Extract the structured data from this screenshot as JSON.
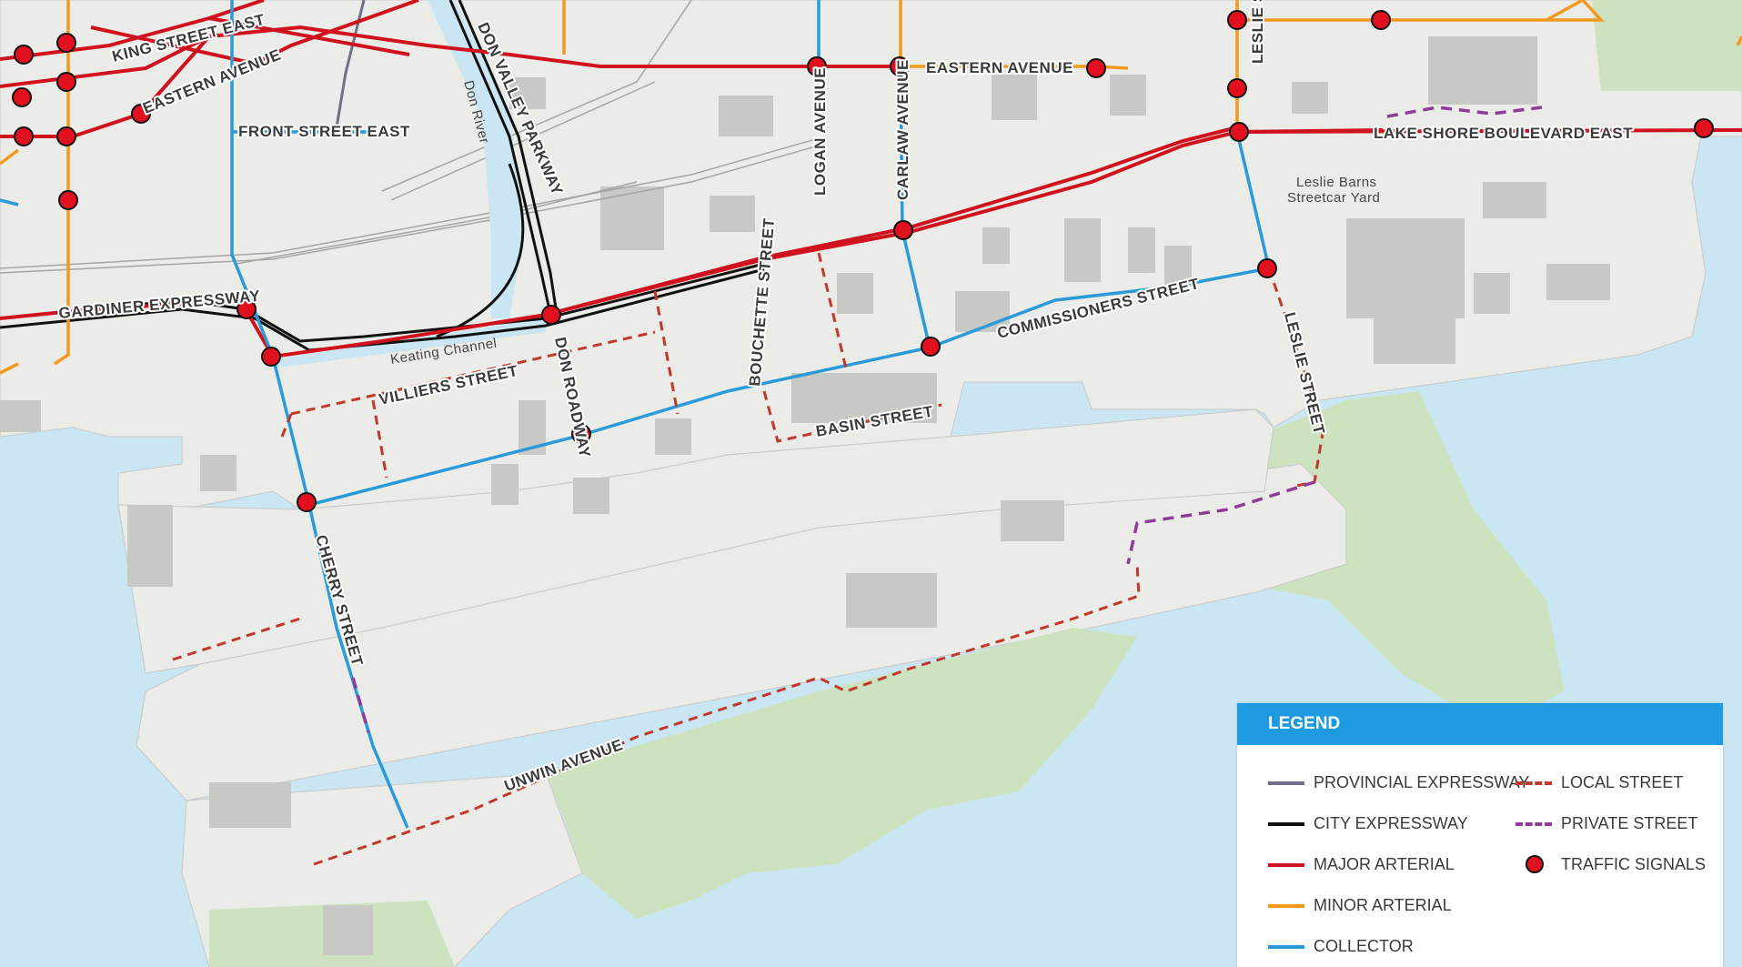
{
  "map": {
    "streets": {
      "king_street_east": "KING STREET EAST",
      "eastern_avenue_west": "EASTERN AVENUE",
      "front_street_east": "FRONT STREET EAST",
      "don_river": "Don River",
      "don_valley_parkway": "DON VALLEY PARKWAY",
      "eastern_avenue": "EASTERN AVENUE",
      "logan_avenue": "LOGAN AVENUE",
      "carlaw_avenue": "CARLAW AVENUE",
      "leslie_street_north": "LESLIE ST",
      "lake_shore_boulevard_east": "LAKE SHORE BOULEVARD EAST",
      "leslie_barns": "Leslie Barns",
      "streetcar_yard": "Streetcar Yard",
      "gardiner_expressway": "GARDINER EXPRESSWAY",
      "keating_channel": "Keating Channel",
      "villiers_street": "VILLIERS STREET",
      "don_roadway": "DON ROADWAY",
      "bouchette_street": "BOUCHETTE STREET",
      "basin_street": "BASIN STREET",
      "commissioners_street": "COMMISSIONERS STREET",
      "leslie_street": "LESLIE STREET",
      "cherry_street": "CHERRY STREET",
      "unwin_avenue": "UNWIN AVENUE"
    }
  },
  "legend": {
    "title": "LEGEND",
    "items": [
      {
        "key": "provincial-expressway",
        "label": "PROVINCIAL EXPRESSWAY",
        "color": "#6e6f8c",
        "style": "solid"
      },
      {
        "key": "city-expressway",
        "label": "CITY EXPRESSWAY",
        "color": "#111111",
        "style": "solid"
      },
      {
        "key": "major-arterial",
        "label": "MAJOR ARTERIAL",
        "color": "#d0121f",
        "style": "solid"
      },
      {
        "key": "minor-arterial",
        "label": "MINOR ARTERIAL",
        "color": "#f39a1e",
        "style": "solid"
      },
      {
        "key": "collector",
        "label": "COLLECTOR",
        "color": "#2a9ad8",
        "style": "solid"
      },
      {
        "key": "local-street",
        "label": "LOCAL STREET",
        "color": "#c0392b",
        "style": "dashed"
      },
      {
        "key": "private-street",
        "label": "PRIVATE STREET",
        "color": "#8e3d97",
        "style": "dashed"
      },
      {
        "key": "traffic-signals",
        "label": "TRAFFIC SIGNALS",
        "color": "#e2101f",
        "style": "dot"
      }
    ]
  }
}
